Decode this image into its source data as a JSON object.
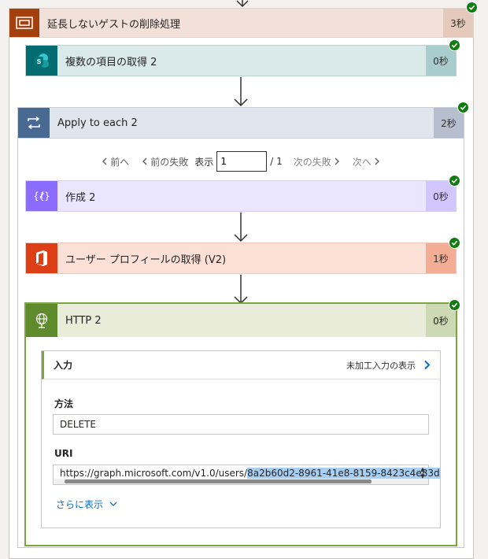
{
  "scope": {
    "title": "延長しないゲストの削除処理",
    "duration": "3秒"
  },
  "sharepoint": {
    "title": "複数の項目の取得 2",
    "duration": "0秒"
  },
  "loop": {
    "title": "Apply to each 2",
    "duration": "2秒"
  },
  "pager": {
    "prev": "前へ",
    "prev_failed": "前の失敗",
    "show_label": "表示",
    "page_value": "1",
    "total": "/ 1",
    "next_failed": "次の失敗",
    "next": "次へ"
  },
  "compose": {
    "title": "作成 2",
    "duration": "0秒"
  },
  "profile": {
    "title": "ユーザー プロフィールの取得 (V2)",
    "duration": "1秒"
  },
  "http": {
    "title": "HTTP 2",
    "duration": "0秒",
    "inputs_heading": "入力",
    "raw_inputs_link": "未加工入力の表示",
    "method_label": "方法",
    "method_value": "DELETE",
    "uri_label": "URI",
    "uri_prefix": "https://graph.microsoft.com/v1.0/users/",
    "uri_selected": "8a2b60d2-8961-41e8-8159-8423c4e83d",
    "show_more": "さらに表示"
  },
  "colors": {
    "scope_icon": "#a4400e",
    "scope_head": "#f1e1d9",
    "sharepoint_icon": "#036c70",
    "loop_icon": "#486991",
    "compose_icon": "#8c6cff",
    "office_icon": "#dc3e15",
    "http_icon": "#5f8b2c",
    "success": "#107c10"
  }
}
